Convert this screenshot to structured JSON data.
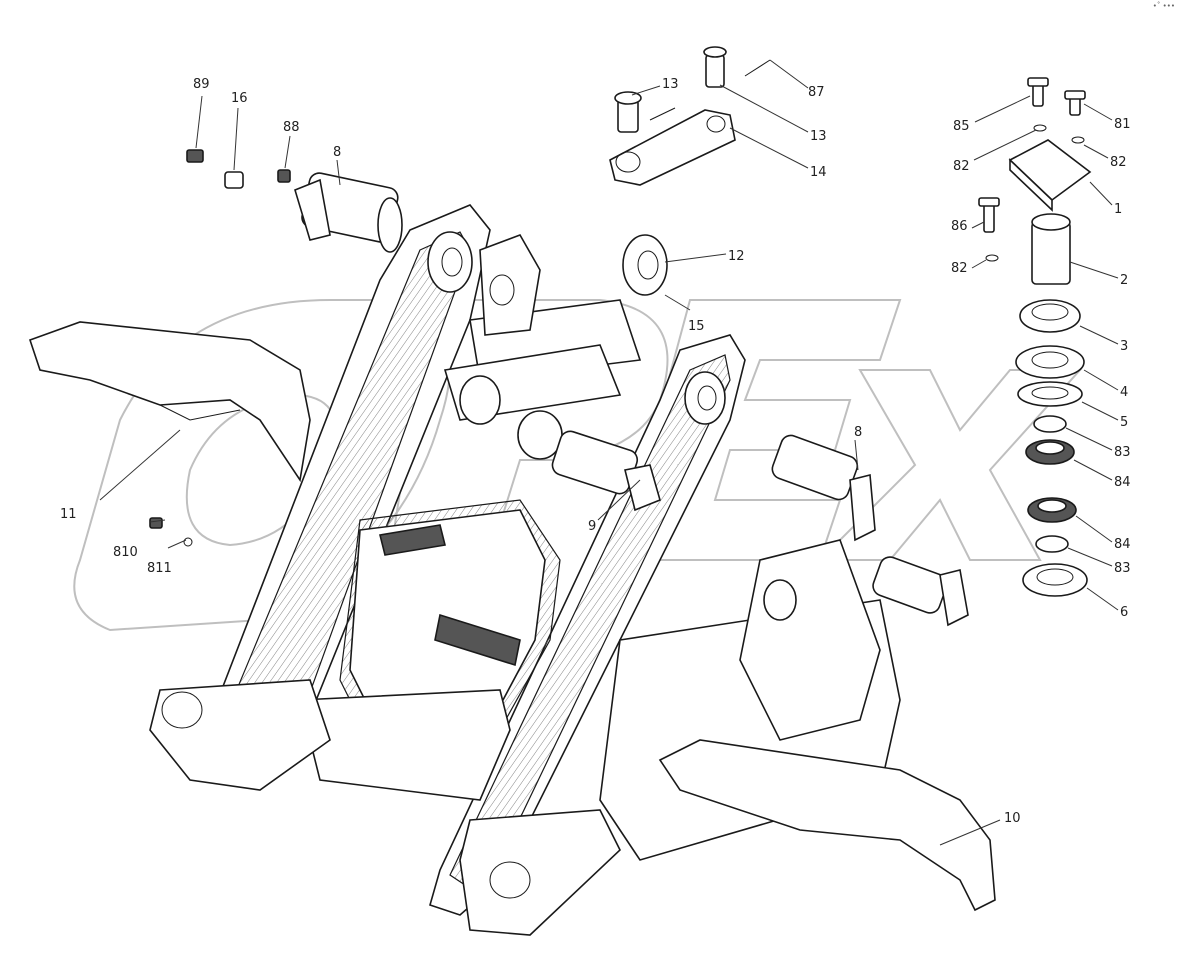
{
  "corner_mark": "•˚ •••",
  "watermark": {
    "text": "OPEX"
  },
  "callouts": {
    "c_89": "89",
    "c_16": "16",
    "c_88": "88",
    "c_8a": "8",
    "c_13a": "13",
    "c_87": "87",
    "c_13b": "13",
    "c_14": "14",
    "c_85": "85",
    "c_81": "81",
    "c_82a": "82",
    "c_82b": "82",
    "c_1": "1",
    "c_86": "86",
    "c_82c": "82",
    "c_2": "2",
    "c_12": "12",
    "c_15": "15",
    "c_3": "3",
    "c_4": "4",
    "c_5": "5",
    "c_83a": "83",
    "c_84a": "84",
    "c_84b": "84",
    "c_83b": "83",
    "c_6": "6",
    "c_8b": "8",
    "c_9": "9",
    "c_11": "11",
    "c_810": "810",
    "c_811": "811",
    "c_10": "10"
  }
}
